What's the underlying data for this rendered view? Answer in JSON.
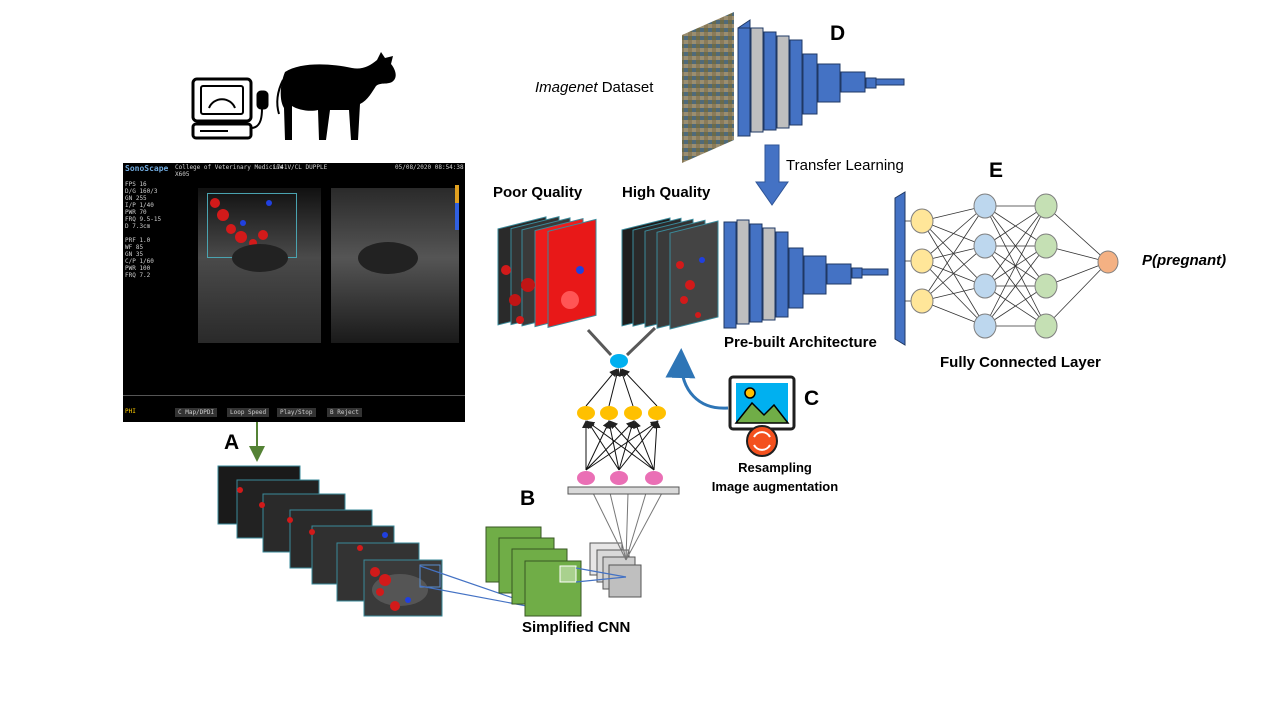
{
  "labels": {
    "A": "A",
    "B": "B",
    "C": "C",
    "D": "D",
    "E": "E",
    "imagenet_italic": "Imagenet",
    "imagenet_rest": " Dataset",
    "transfer_learning": "Transfer Learning",
    "poor_quality": "Poor Quality",
    "high_quality": "High Quality",
    "prebuilt": "Pre-built Architecture",
    "fully_connected": "Fully Connected Layer",
    "p_pregnant": "P(pregnant)",
    "resampling": "Resampling",
    "augmentation": "Image augmentation",
    "simplified_cnn": "Simplified CNN"
  },
  "ultrasound": {
    "brand": "SonoScape",
    "header_center": "College of Veterinary Medicine",
    "probe": "L741V/CL DUPPLE",
    "date": "05/08/2020 08:54:38",
    "code": "X605",
    "params": "FPS 16\nD/G 160/3\nGN 255\nI/P 1/40\nPWR 70\nFRQ 9.5-15\nD 7.3cm\n\nPRF 1.0\nWF 85\nGN 35\nC/P 1/60\nPWR 100\nFRQ 7.2",
    "bottom_tabs": [
      "C Map/DPDI",
      "Loop Speed",
      "Play/Stop",
      "B Reject"
    ],
    "bottom_left": "PHI"
  },
  "colors": {
    "cnn_blue": "#4472c4",
    "cnn_gray": "#bfbfbf",
    "arrow_green": "#548235",
    "node_yellow": "#ffe699",
    "node_blue": "#bdd7ee",
    "node_green": "#c5e0b4",
    "node_out": "#f4b183",
    "mini_orange": "#ffc000",
    "mini_pink": "#ea6fb5",
    "mini_blue": "#00b0f0",
    "block_green": "#70ad47"
  }
}
